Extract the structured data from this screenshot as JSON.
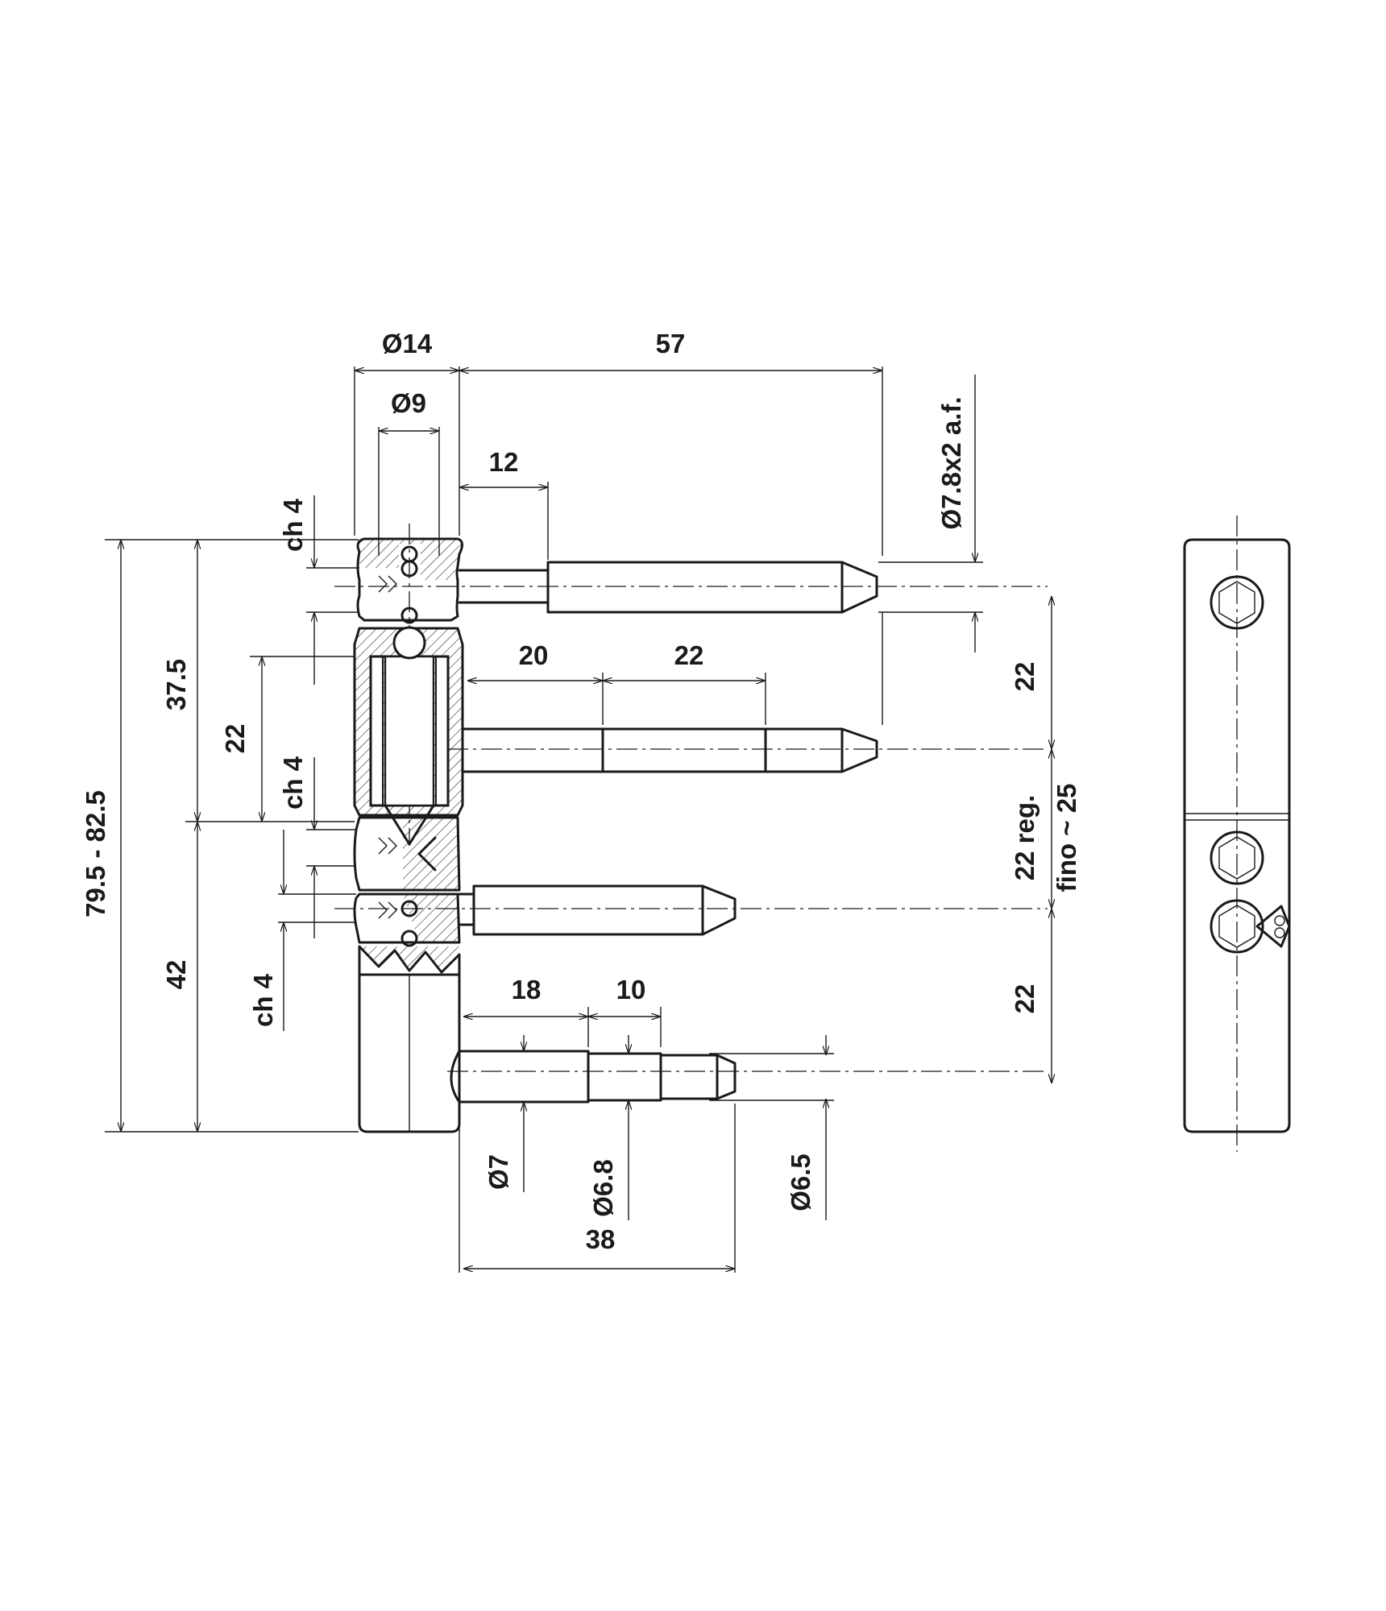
{
  "dimensions": {
    "d14": "Ø14",
    "d57": "57",
    "d9": "Ø9",
    "d12": "12",
    "d_hex": "Ø7.8x2 a.f.",
    "ch4_top": "ch 4",
    "ch4_mid": "ch 4",
    "ch4_low": "ch 4",
    "d20": "20",
    "d22_upper": "22",
    "d37_5": "37.5",
    "d22_left": "22",
    "d79_82": "79.5 - 82.5",
    "d42": "42",
    "d22_right_top": "22",
    "d22_reg": "22 reg.",
    "fino": "fino ~ 25",
    "d22_right_low": "22",
    "d18": "18",
    "d10": "10",
    "d7": "Ø7",
    "d6_8": "Ø6.8",
    "d6_5": "Ø6.5",
    "d38": "38"
  }
}
